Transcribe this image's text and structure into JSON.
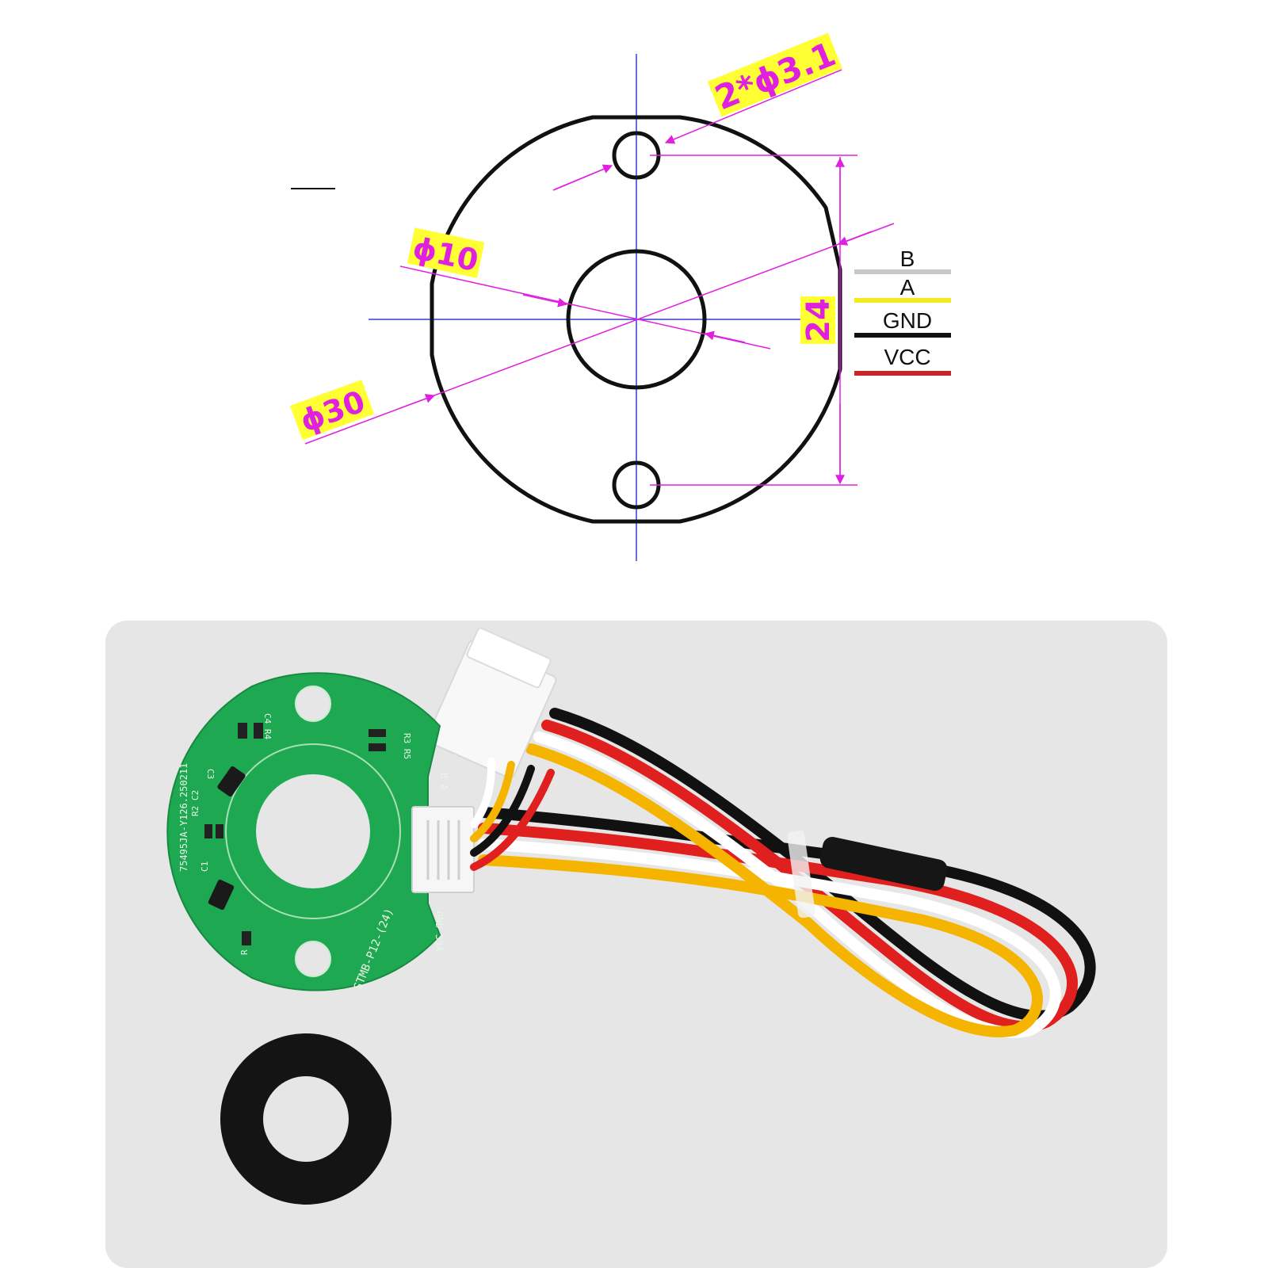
{
  "drawing": {
    "dimensions": {
      "holes": "2*ϕ3.1",
      "inner_diameter": "ϕ10",
      "outer_diameter": "ϕ30",
      "hole_spacing": "24"
    },
    "wire_legend": [
      {
        "label": "B",
        "color": "#c8c8c8"
      },
      {
        "label": "A",
        "color": "#f2ea1e"
      },
      {
        "label": "GND",
        "color": "#111111"
      },
      {
        "label": "VCC",
        "color": "#c8242a"
      }
    ],
    "colors": {
      "outline": "#111111",
      "centerline": "#3a3ad8",
      "dimension": "#e020e0",
      "highlight": "#ffff33"
    }
  },
  "photo": {
    "background": "#e6e6e6",
    "board_color": "#1fa852",
    "silkscreen": {
      "part_number": "75495JA-Y126.250211",
      "model": "STMB-P12-(24)",
      "pins_top": "B A",
      "pins_bottom": "GND 33A",
      "r3r5": "R3 R5",
      "c4r4": "C4 R4",
      "c3": "C3",
      "r2c2": "R2 C2",
      "c1": "C1",
      "r": "R"
    },
    "cable_colors": [
      "#ffffff",
      "#f4b400",
      "#111111",
      "#e0201f"
    ],
    "connector_color": "#f8f8f8",
    "washer_color": "#141414"
  }
}
